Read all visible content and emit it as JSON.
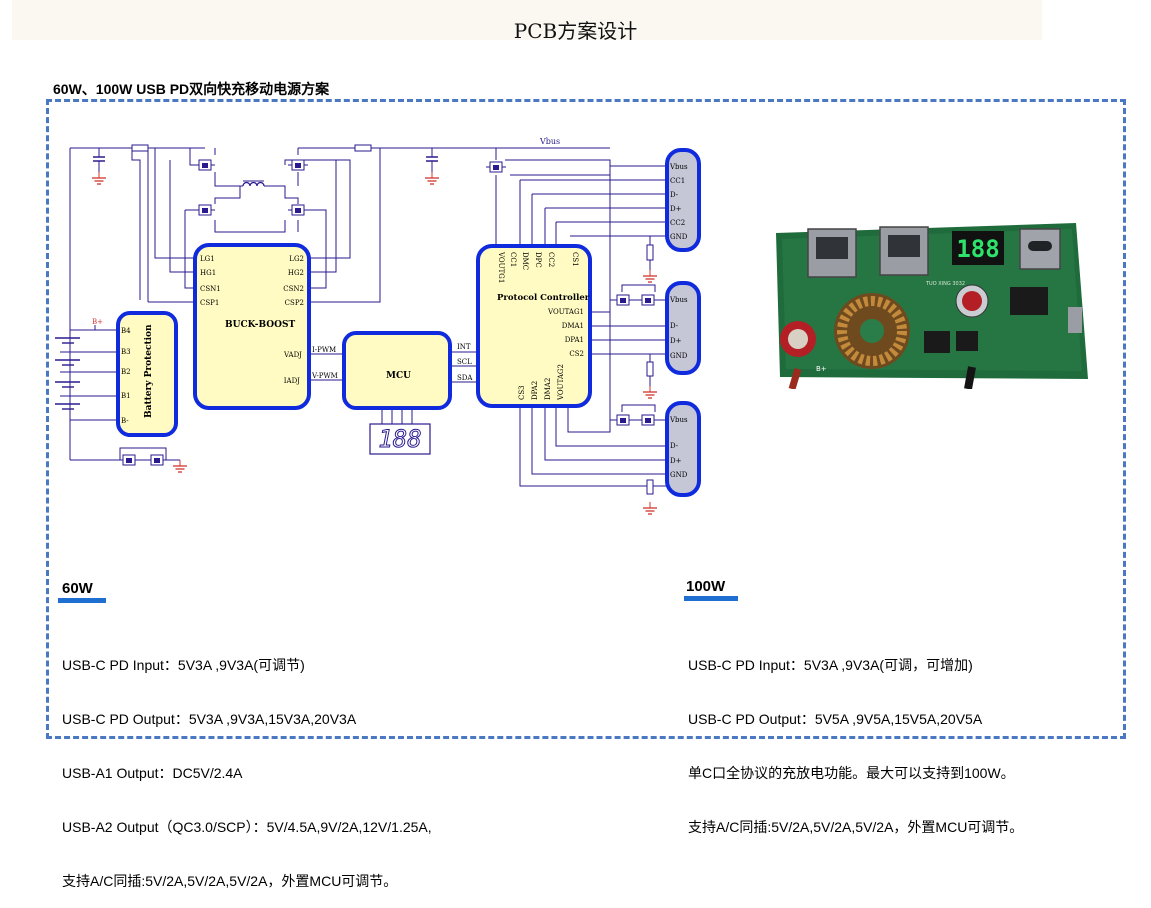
{
  "page_title": "PCB方案设计",
  "section_title": "60W、100W USB PD双向快充移动电源方案",
  "schematic": {
    "vbus_label": "Vbus",
    "battery_block": {
      "label": "Battery Protection",
      "pins": [
        "B4",
        "B3",
        "B2",
        "B1",
        "B-"
      ],
      "bplus": "B+"
    },
    "buck_boost": {
      "label": "BUCK-BOOST",
      "left_pins": [
        "LG1",
        "HG1",
        "CSN1",
        "CSP1"
      ],
      "right_pins": [
        "LG2",
        "HG2",
        "CSN2",
        "CSP2",
        "VADJ",
        "IADJ"
      ]
    },
    "mcu": {
      "label": "MCU",
      "left_pins": [
        "I-PWM",
        "V-PWM"
      ],
      "right_pins": [
        "INT",
        "SCL",
        "SDA"
      ],
      "display_text": "188"
    },
    "protocol": {
      "label": "Protocol Controller",
      "top_pins": [
        "VOUTG1",
        "CC1",
        "DMC",
        "DPC",
        "CC2",
        "CS1"
      ],
      "right_pins": [
        "VOUTAG1",
        "DMA1",
        "DPA1",
        "CS2"
      ],
      "bottom_pins": [
        "CS3",
        "DPA2",
        "DMA2",
        "VOUTAG2"
      ]
    },
    "connector_c": [
      "Vbus",
      "CC1",
      "D-",
      "D+",
      "CC2",
      "GND"
    ],
    "connector_a1": [
      "Vbus",
      "D-",
      "D+",
      "GND"
    ],
    "connector_a2": [
      "Vbus",
      "D-",
      "D+",
      "GND"
    ]
  },
  "photo": {
    "display_digits": "188",
    "silk_text": "TUO XING 3032",
    "bplus": "B+"
  },
  "left_block": {
    "tag": "60W",
    "lines": [
      "USB-C PD Input：5V3A ,9V3A(可调节)",
      "USB-C PD Output：5V3A ,9V3A,15V3A,20V3A",
      "USB-A1 Output：DC5V/2.4A",
      "USB-A2 Output（QC3.0/SCP）：5V/4.5A,9V/2A,12V/1.25A,",
      "支持A/C同插:5V/2A,5V/2A,5V/2A，外置MCU可调节。"
    ]
  },
  "right_block": {
    "tag": "100W",
    "lines": [
      "USB-C PD Input：5V3A ,9V3A(可调，可增加)",
      "USB-C PD Output：5V5A ,9V5A,15V5A,20V5A",
      "单C口全协议的充放电功能。最大可以支持到100W。",
      "支持A/C同插:5V/2A,5V/2A,5V/2A，外置MCU可调节。"
    ]
  },
  "colors": {
    "frame": "#4a78c2",
    "block_fill": "#fffbc2",
    "block_border": "#0f2bdd",
    "wire": "#2a1a8f",
    "ground": "#d0342c",
    "connector_fill": "#c5c6d6",
    "accent": "#1f6fd1"
  }
}
